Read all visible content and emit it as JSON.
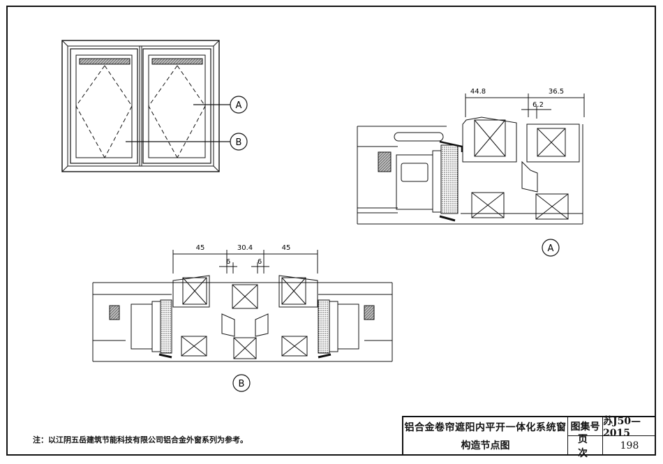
{
  "callouts": {
    "a": "A",
    "b": "B"
  },
  "detail_a": {
    "label": "A",
    "dims": {
      "d1": "44.8",
      "d2": "36.5",
      "d3": "6.2"
    }
  },
  "detail_b": {
    "label": "B",
    "dims": {
      "d1": "45",
      "d2": "30.4",
      "d3": "45",
      "d4": "6",
      "d5": "6"
    }
  },
  "note": "注：以江阴五岳建筑节能科技有限公司铝合金外窗系列为参考。",
  "title_block": {
    "title_line1": "铝合金卷帘遮阳内平开一体化系统窗",
    "title_line2": "构造节点图",
    "atlas_label": "图集号",
    "atlas_value": "苏J50—2015",
    "page_label": "页次",
    "page_value": "198"
  }
}
